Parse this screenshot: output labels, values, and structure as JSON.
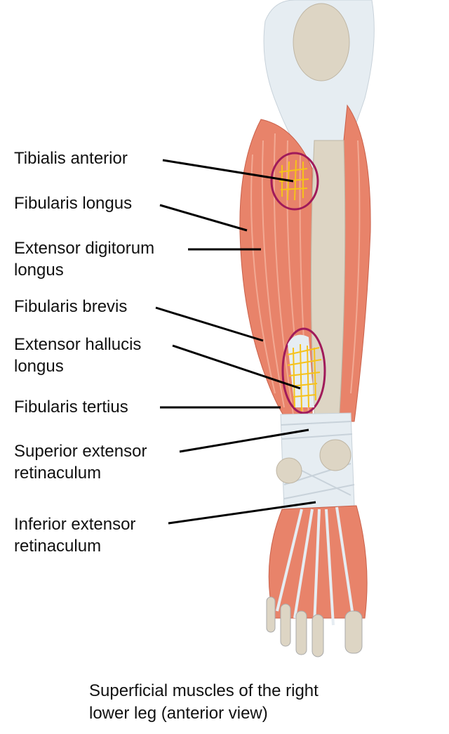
{
  "labels": {
    "tibialis_anterior": "Tibialis anterior",
    "fibularis_longus": "Fibularis longus",
    "extensor_digitorum_1": "Extensor digitorum",
    "extensor_digitorum_2": "longus",
    "fibularis_brevis": "Fibularis brevis",
    "extensor_hallucis_1": "Extensor hallucis",
    "extensor_hallucis_2": "longus",
    "fibularis_tertius": "Fibularis tertius",
    "superior_retinaculum_1": "Superior extensor",
    "superior_retinaculum_2": "retinaculum",
    "inferior_retinaculum_1": "Inferior extensor",
    "inferior_retinaculum_2": "retinaculum"
  },
  "caption": {
    "line1": "Superficial muscles of the right",
    "line2": "lower leg (anterior view)"
  },
  "colors": {
    "muscle": "#e8836a",
    "tendon": "#e6edf2",
    "bone": "#ddd5c4",
    "circle": "#a01a5a",
    "hatch": "#f6c21a"
  }
}
